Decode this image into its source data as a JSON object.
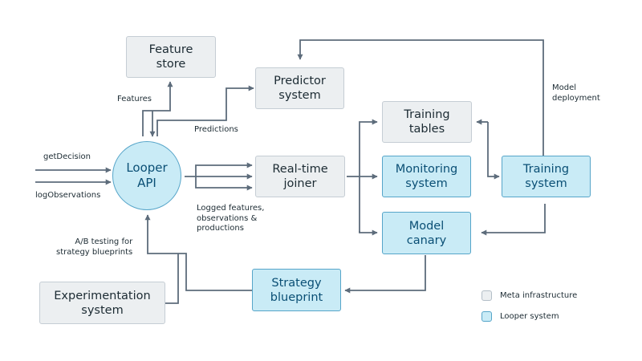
{
  "nodes": {
    "feature_store": [
      "Feature",
      "store"
    ],
    "predictor_system": [
      "Predictor",
      "system"
    ],
    "looper_api": [
      "Looper",
      "API"
    ],
    "realtime_joiner": [
      "Real-time",
      "joiner"
    ],
    "training_tables": [
      "Training",
      "tables"
    ],
    "monitoring_system": [
      "Monitoring",
      "system"
    ],
    "model_canary": [
      "Model",
      "canary"
    ],
    "training_system": [
      "Training",
      "system"
    ],
    "strategy_blueprint": [
      "Strategy",
      "blueprint"
    ],
    "experimentation_system": [
      "Experimentation",
      "system"
    ]
  },
  "edge_labels": {
    "features": "Features",
    "predictions": "Predictions",
    "get_decision": "getDecision",
    "log_observations": "logObservations",
    "logged": [
      "Logged features,",
      "observations &",
      "productions"
    ],
    "ab_testing": [
      "A/B testing for",
      "strategy blueprints"
    ],
    "model_deployment": [
      "Model",
      "deployment"
    ]
  },
  "legend": {
    "meta": "Meta infrastructure",
    "looper": "Looper system"
  },
  "colors": {
    "meta_fill": "#eceff1",
    "meta_border": "#c5cdd4",
    "looper_fill": "#c9ebf6",
    "looper_border": "#56a5c9",
    "looper_text": "#0a4f75",
    "arrow": "#5d6c7b"
  }
}
